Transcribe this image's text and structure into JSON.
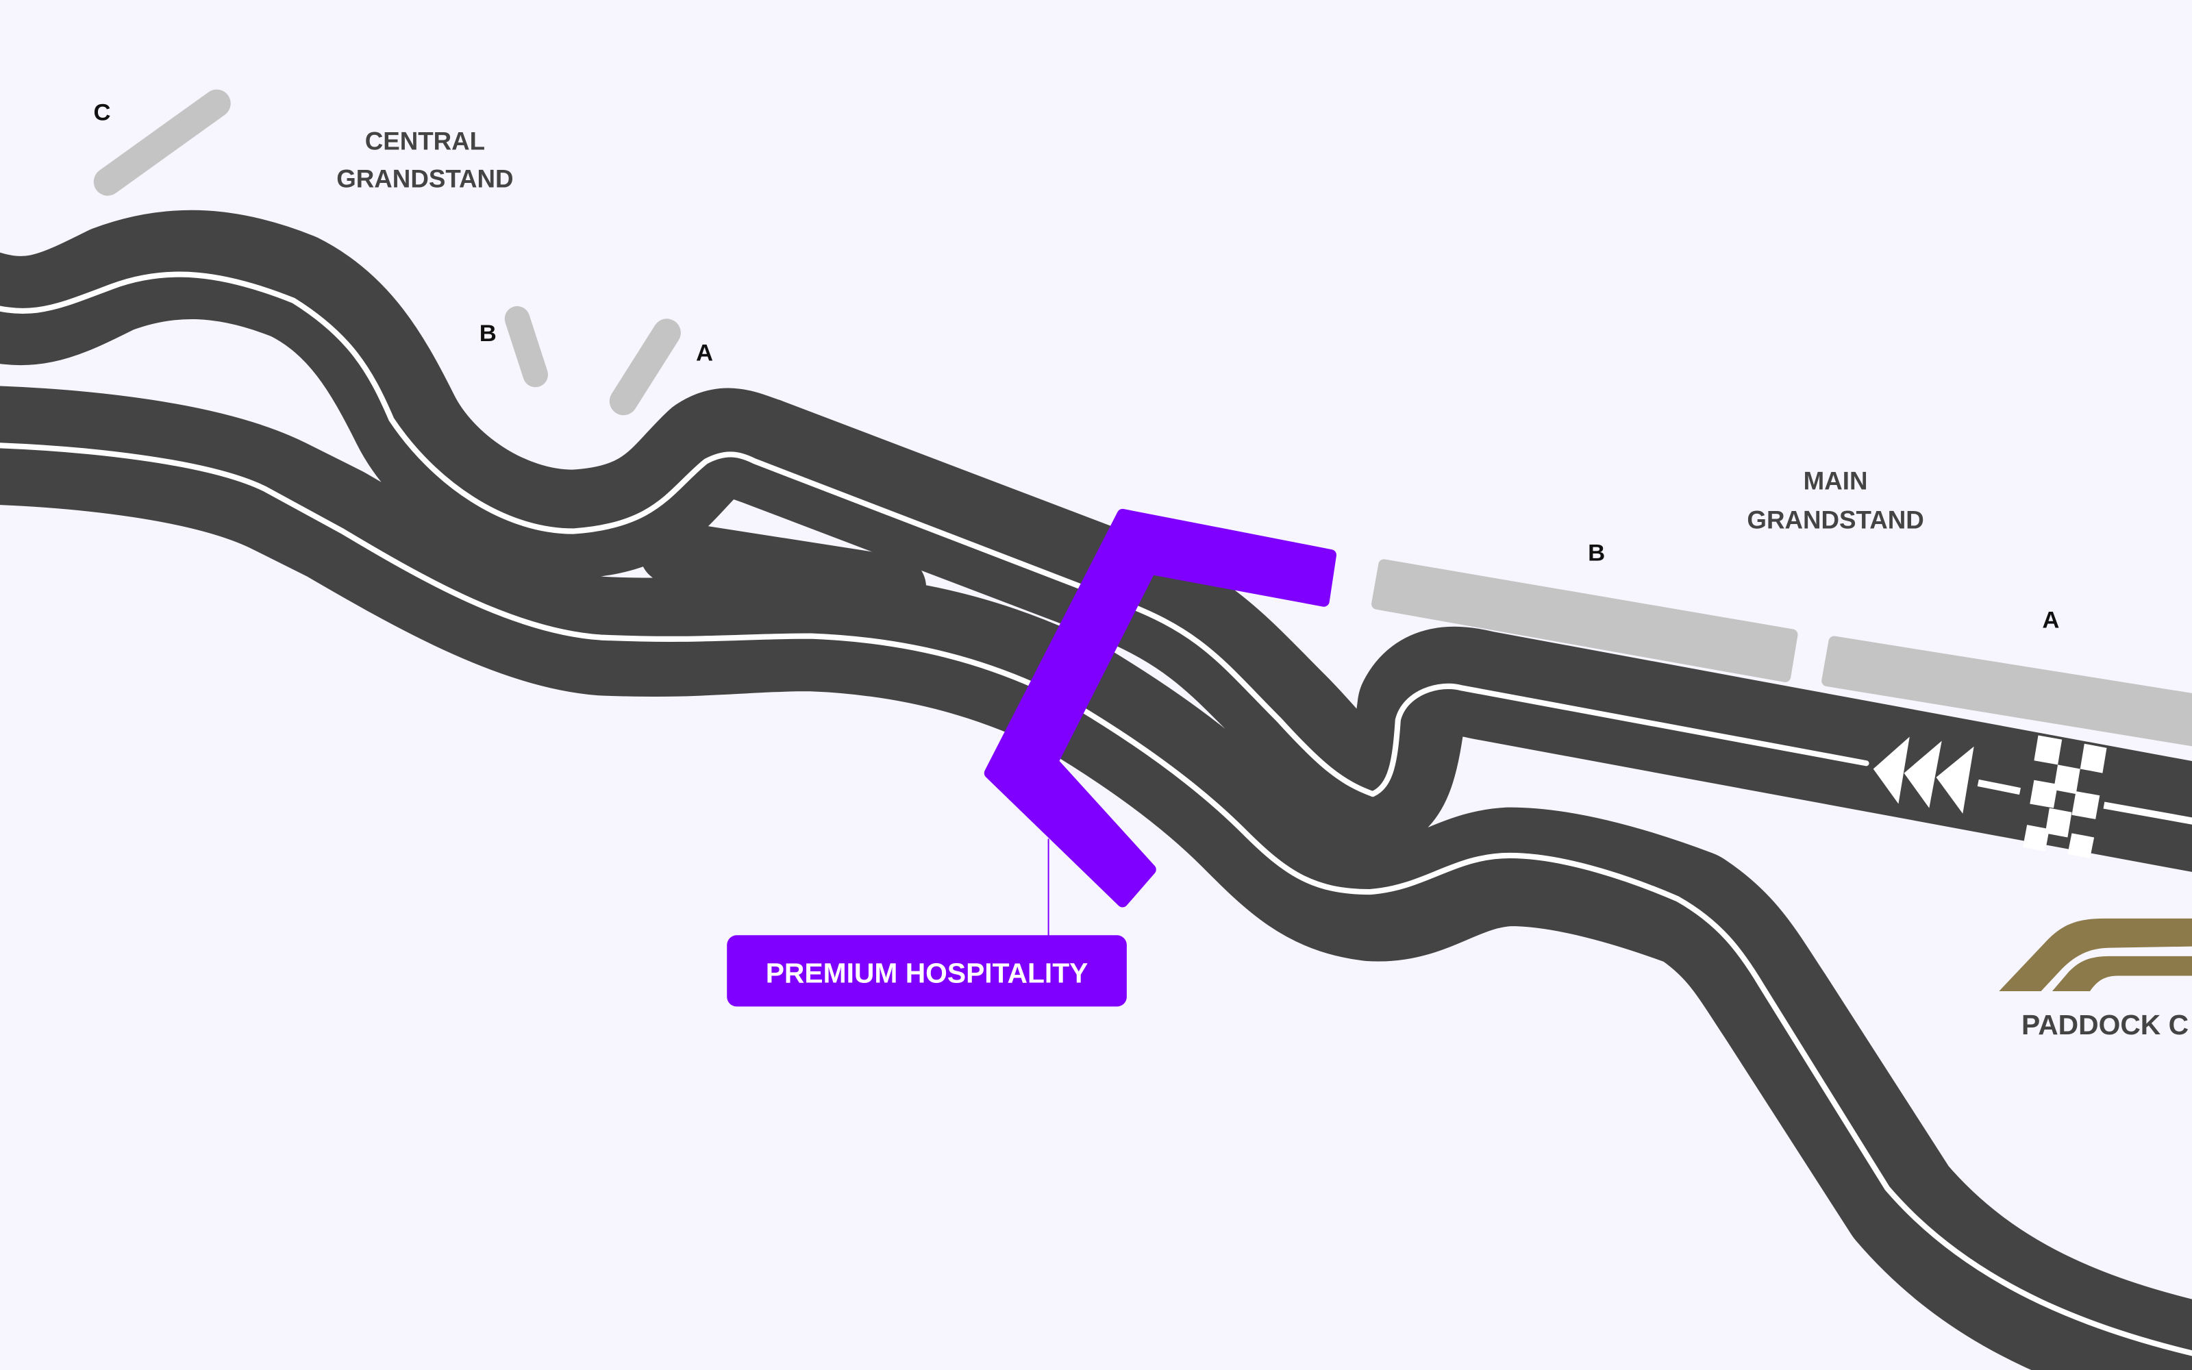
{
  "colors": {
    "background": "#f7f6fe",
    "track": "#444444",
    "track_line": "#ffffff",
    "grandstand": "#c4c4c4",
    "hospitality": "#8000ff",
    "paddock_logo": "#8c7a4a"
  },
  "grandstands": {
    "central": {
      "line1": "CENTRAL",
      "line2": "GRANDSTAND",
      "sections": [
        "C",
        "B",
        "A"
      ]
    },
    "main": {
      "line1": "MAIN",
      "line2": "GRANDSTAND",
      "sections": [
        "B",
        "A"
      ]
    }
  },
  "hospitality": {
    "label": "PREMIUM HOSPITALITY"
  },
  "paddock": {
    "label": "PADDOCK C"
  },
  "icons": [
    "start-finish-checkered-icon",
    "direction-arrows-icon",
    "f1-logo-icon"
  ]
}
